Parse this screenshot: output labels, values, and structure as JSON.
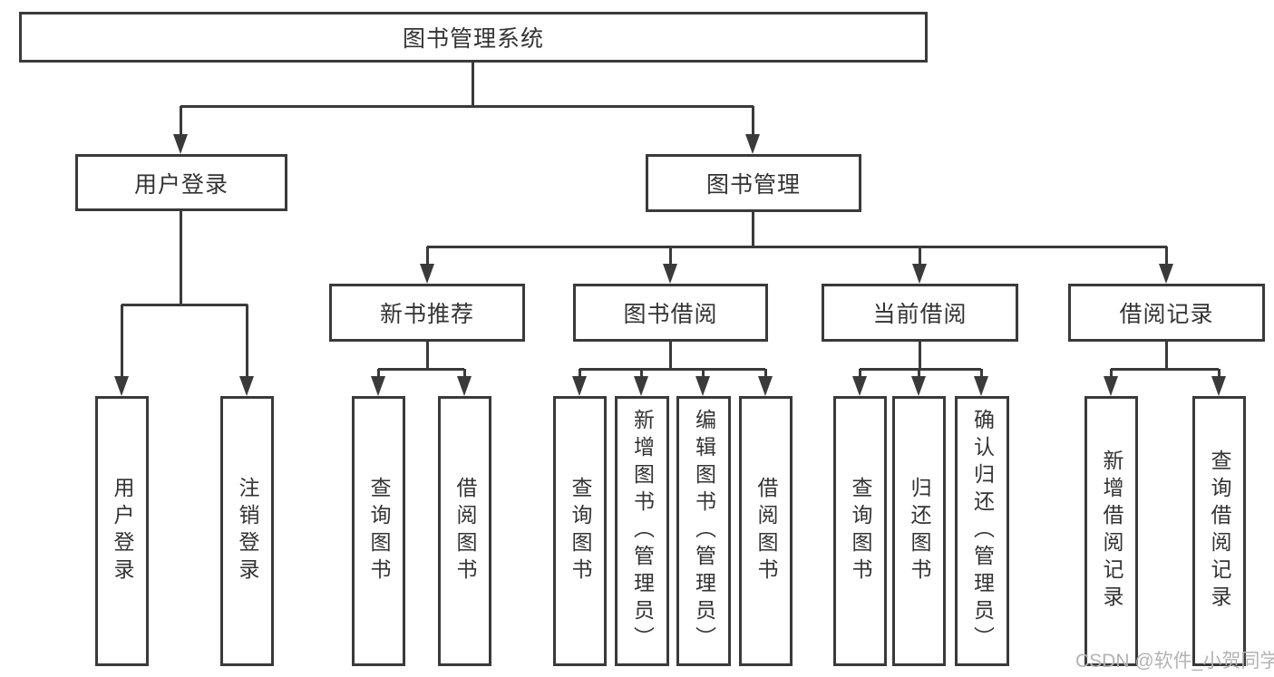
{
  "diagram": {
    "root": {
      "label": "图书管理系统"
    },
    "level2": [
      {
        "label": "用户登录"
      },
      {
        "label": "图书管理"
      }
    ],
    "level3": [
      {
        "label": "新书推荐"
      },
      {
        "label": "图书借阅"
      },
      {
        "label": "当前借阅"
      },
      {
        "label": "借阅记录"
      }
    ],
    "leaves": [
      {
        "label": "用户登录"
      },
      {
        "label": "注销登录"
      },
      {
        "label": "查询图书"
      },
      {
        "label": "借阅图书"
      },
      {
        "label": "查询图书"
      },
      {
        "label": "新增图书（管理员）"
      },
      {
        "label": "编辑图书（管理员）"
      },
      {
        "label": "借阅图书"
      },
      {
        "label": "查询图书"
      },
      {
        "label": "归还图书"
      },
      {
        "label": "确认归还（管理员）"
      },
      {
        "label": "新增借阅记录"
      },
      {
        "label": "查询借阅记录"
      }
    ],
    "watermark": "CSDN @软件_小贺同学",
    "colors": {
      "line": "#3a3a3a",
      "text": "#333333",
      "watermark": "#b3b3b3",
      "background": "#ffffff"
    }
  }
}
